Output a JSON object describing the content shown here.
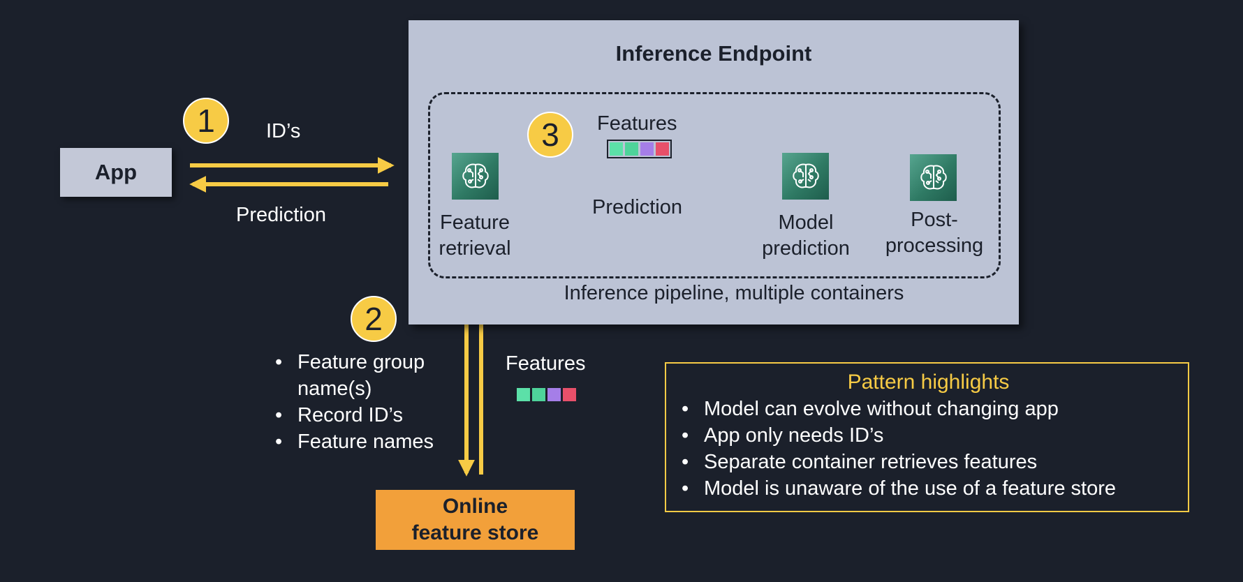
{
  "app": {
    "label": "App"
  },
  "app_arrows": {
    "request_label": "ID’s",
    "response_label": "Prediction",
    "step": "1"
  },
  "endpoint": {
    "title": "Inference Endpoint",
    "pipeline_label": "Inference pipeline, multiple containers",
    "step": "3",
    "features_label": "Features",
    "prediction_label": "Prediction",
    "nodes": [
      {
        "line1": "Feature",
        "line2": "retrieval",
        "icon": "brain-circuit-icon"
      },
      {
        "line1": "Model",
        "line2": "prediction",
        "icon": "brain-circuit-icon"
      },
      {
        "line1": "Post-",
        "line2": "processing",
        "icon": "brain-circuit-icon"
      }
    ]
  },
  "store_request": {
    "step": "2",
    "bullets": [
      "Feature group name(s)",
      "Record ID’s",
      "Feature names"
    ],
    "features_label": "Features"
  },
  "online_store": {
    "line1": "Online",
    "line2": "feature store"
  },
  "feature_colors": [
    "#5ce0a8",
    "#4ed39a",
    "#a57ee8",
    "#e8506a"
  ],
  "colors": {
    "arrow": "#f7cb45",
    "background": "#1b202b",
    "store": "#f2a03a"
  },
  "highlights": {
    "title": "Pattern highlights",
    "items": [
      "Model can evolve without changing app",
      "App only needs ID’s",
      "Separate container retrieves features",
      "Model is unaware of the use of a feature store"
    ]
  }
}
